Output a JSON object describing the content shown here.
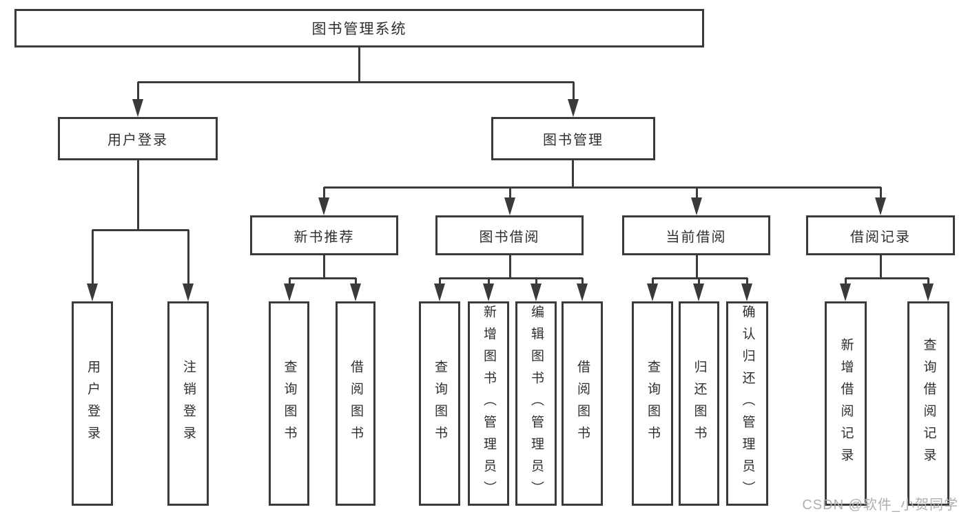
{
  "diagram": {
    "title": "图书管理系统",
    "branches": [
      {
        "label": "用户登录",
        "children": [
          {
            "label": "用户登录"
          },
          {
            "label": "注销登录"
          }
        ]
      },
      {
        "label": "图书管理",
        "children": [
          {
            "label": "新书推荐",
            "children": [
              {
                "label": "查询图书"
              },
              {
                "label": "借阅图书"
              }
            ]
          },
          {
            "label": "图书借阅",
            "children": [
              {
                "label": "查询图书"
              },
              {
                "label": "新增图书（管理员）"
              },
              {
                "label": "编辑图书（管理员）"
              },
              {
                "label": "借阅图书"
              }
            ]
          },
          {
            "label": "当前借阅",
            "children": [
              {
                "label": "查询图书"
              },
              {
                "label": "归还图书"
              },
              {
                "label": "确认归还（管理员）"
              }
            ]
          },
          {
            "label": "借阅记录",
            "children": [
              {
                "label": "新增借阅记录"
              },
              {
                "label": "查询借阅记录"
              }
            ]
          }
        ]
      }
    ]
  },
  "watermark": {
    "text": "CSDN @软件_小贺同学"
  },
  "colors": {
    "line": "#3a3a3a",
    "text": "#2f2f2f",
    "background": "#ffffff",
    "watermark": "#aeaeae"
  }
}
